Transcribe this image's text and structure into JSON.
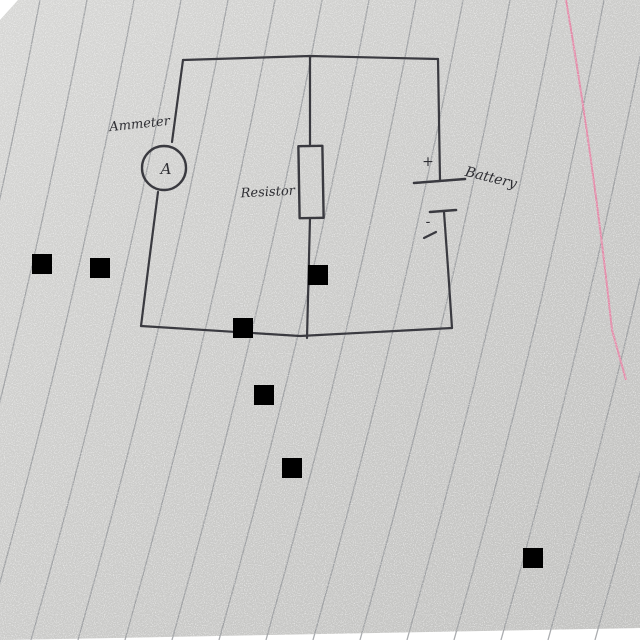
{
  "diagram": {
    "labels": {
      "ammeter_caption": "Ammeter",
      "ammeter_symbol": "A",
      "resistor_caption": "Resistor",
      "battery_caption": "Battery",
      "battery_plus": "+",
      "battery_minus": "-"
    },
    "colors": {
      "paper": "#d3d3d1",
      "ruled_line": "#8f9196",
      "margin_line": "#e28aa8",
      "ink": "#3a3a40",
      "redaction": "#000000"
    }
  }
}
